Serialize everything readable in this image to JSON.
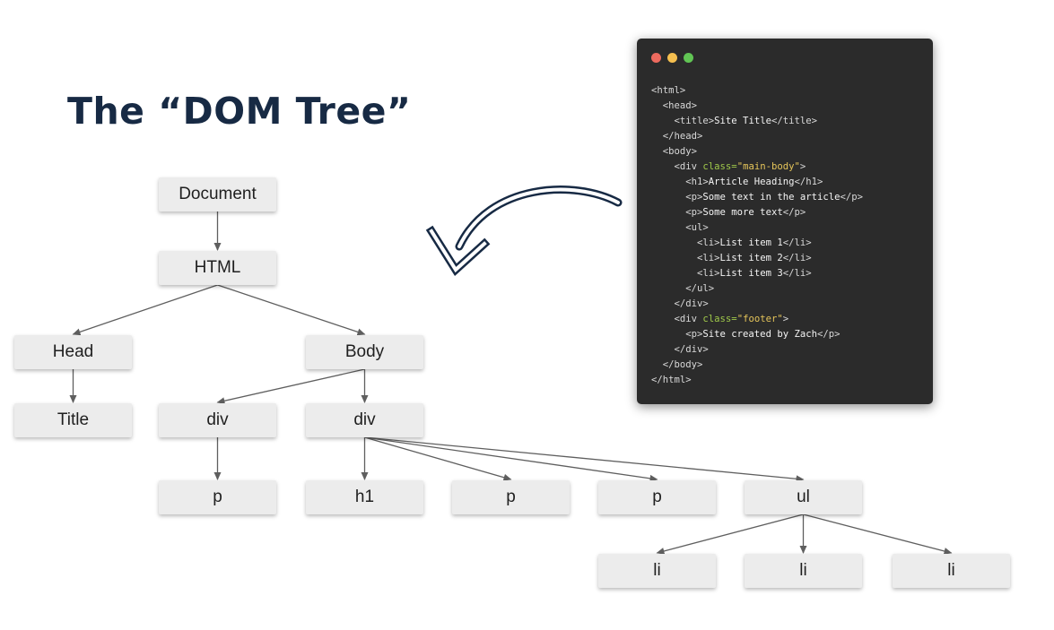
{
  "title": "The “DOM Tree”",
  "colors": {
    "title": "#172a44",
    "node_bg": "#ececec",
    "edge": "#5f5f5f",
    "big_arrow": "#172a44",
    "code_bg": "#2b2b2b",
    "dot_red": "#ed6a5e",
    "dot_yellow": "#f5bf4f",
    "dot_green": "#61c554"
  },
  "tree": {
    "nodes": [
      {
        "id": "document",
        "label": "Document"
      },
      {
        "id": "html",
        "label": "HTML"
      },
      {
        "id": "head",
        "label": "Head"
      },
      {
        "id": "body",
        "label": "Body"
      },
      {
        "id": "title",
        "label": "Title"
      },
      {
        "id": "div1",
        "label": "div"
      },
      {
        "id": "div2",
        "label": "div"
      },
      {
        "id": "p1",
        "label": "p"
      },
      {
        "id": "h1",
        "label": "h1"
      },
      {
        "id": "p2",
        "label": "p"
      },
      {
        "id": "p3",
        "label": "p"
      },
      {
        "id": "ul",
        "label": "ul"
      },
      {
        "id": "li1",
        "label": "li"
      },
      {
        "id": "li2",
        "label": "li"
      },
      {
        "id": "li3",
        "label": "li"
      }
    ],
    "edges": [
      [
        "document",
        "html"
      ],
      [
        "html",
        "head"
      ],
      [
        "html",
        "body"
      ],
      [
        "head",
        "title"
      ],
      [
        "body",
        "div1"
      ],
      [
        "body",
        "div2"
      ],
      [
        "div1",
        "p1"
      ],
      [
        "div2",
        "h1"
      ],
      [
        "div2",
        "p2"
      ],
      [
        "div2",
        "p3"
      ],
      [
        "div2",
        "ul"
      ],
      [
        "ul",
        "li1"
      ],
      [
        "ul",
        "li2"
      ],
      [
        "ul",
        "li3"
      ]
    ]
  },
  "code": {
    "window_buttons": [
      "close-dot",
      "minimize-dot",
      "zoom-dot"
    ],
    "lines": [
      [
        {
          "t": "tag",
          "s": "<html>"
        }
      ],
      [
        {
          "t": "tag",
          "s": "  <head>"
        }
      ],
      [
        {
          "t": "tag",
          "s": "    <title>"
        },
        {
          "t": "txt",
          "s": "Site Title"
        },
        {
          "t": "tag",
          "s": "</title>"
        }
      ],
      [
        {
          "t": "tag",
          "s": "  </head>"
        }
      ],
      [
        {
          "t": "tag",
          "s": "  <body>"
        }
      ],
      [
        {
          "t": "tag",
          "s": "    <div "
        },
        {
          "t": "attr",
          "s": "class="
        },
        {
          "t": "str",
          "s": "\"main-body\""
        },
        {
          "t": "tag",
          "s": ">"
        }
      ],
      [
        {
          "t": "tag",
          "s": "      <h1>"
        },
        {
          "t": "txt",
          "s": "Article Heading"
        },
        {
          "t": "tag",
          "s": "</h1>"
        }
      ],
      [
        {
          "t": "tag",
          "s": "      <p>"
        },
        {
          "t": "txt",
          "s": "Some text in the article"
        },
        {
          "t": "tag",
          "s": "</p>"
        }
      ],
      [
        {
          "t": "tag",
          "s": "      <p>"
        },
        {
          "t": "txt",
          "s": "Some more text"
        },
        {
          "t": "tag",
          "s": "</p>"
        }
      ],
      [
        {
          "t": "tag",
          "s": "      <ul>"
        }
      ],
      [
        {
          "t": "tag",
          "s": "        <li>"
        },
        {
          "t": "txt",
          "s": "List item 1"
        },
        {
          "t": "tag",
          "s": "</li>"
        }
      ],
      [
        {
          "t": "tag",
          "s": "        <li>"
        },
        {
          "t": "txt",
          "s": "List item 2"
        },
        {
          "t": "tag",
          "s": "</li>"
        }
      ],
      [
        {
          "t": "tag",
          "s": "        <li>"
        },
        {
          "t": "txt",
          "s": "List item 3"
        },
        {
          "t": "tag",
          "s": "</li>"
        }
      ],
      [
        {
          "t": "tag",
          "s": "      </ul>"
        }
      ],
      [
        {
          "t": "tag",
          "s": "    </div>"
        }
      ],
      [
        {
          "t": "tag",
          "s": "    <div "
        },
        {
          "t": "attr",
          "s": "class="
        },
        {
          "t": "str",
          "s": "\"footer\""
        },
        {
          "t": "tag",
          "s": ">"
        }
      ],
      [
        {
          "t": "tag",
          "s": "      <p>"
        },
        {
          "t": "txt",
          "s": "Site created by Zach"
        },
        {
          "t": "tag",
          "s": "</p>"
        }
      ],
      [
        {
          "t": "tag",
          "s": "    </div>"
        }
      ],
      [
        {
          "t": "tag",
          "s": "  </body>"
        }
      ],
      [
        {
          "t": "tag",
          "s": "</html>"
        }
      ]
    ]
  }
}
